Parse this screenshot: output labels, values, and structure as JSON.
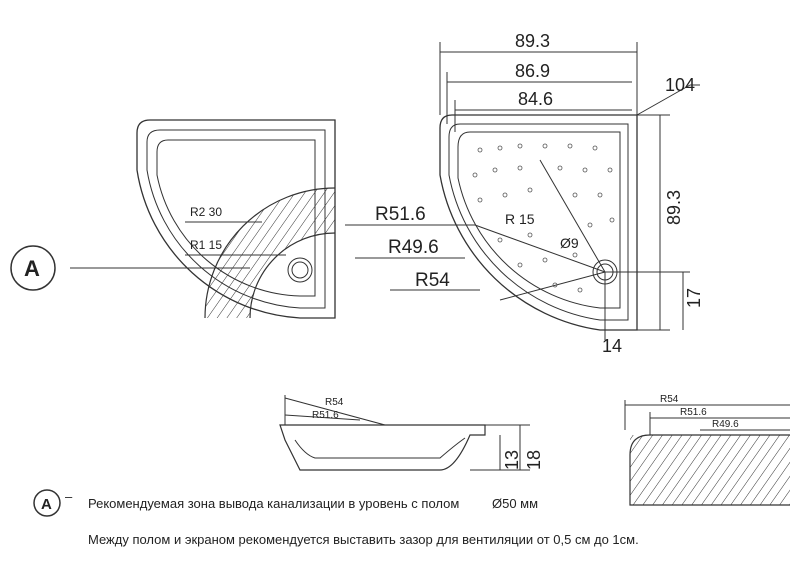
{
  "plan_left": {
    "r2": "R2 30",
    "r1": "R1 15",
    "marker": "A"
  },
  "plan_right": {
    "dim_width_outer": "89.3",
    "dim_width_mid": "86.9",
    "dim_width_inner": "84.6",
    "dim_diag": "104",
    "dim_height": "89.3",
    "dim_drain_y": "17",
    "dim_drain_x": "14",
    "r_51_6": "R51.6",
    "r_49_6": "R49.6",
    "r_54": "R54",
    "r_15": "R 15",
    "drain_dia": "Ø9"
  },
  "section_mid": {
    "r54": "R54",
    "r51_6": "R51.6",
    "h13": "13",
    "h18": "18"
  },
  "section_right": {
    "r54": "R54",
    "r51_6": "R51.6",
    "r49_6": "R49.6"
  },
  "legend": {
    "marker": "A",
    "dash": "–",
    "line1": "Рекомендуемая зона вывода канализации в уровень с полом",
    "line1_dia": "Ø50 мм",
    "line2": "Между полом и экраном рекомендуется выставить зазор для вентиляции от 0,5 см до 1см."
  }
}
